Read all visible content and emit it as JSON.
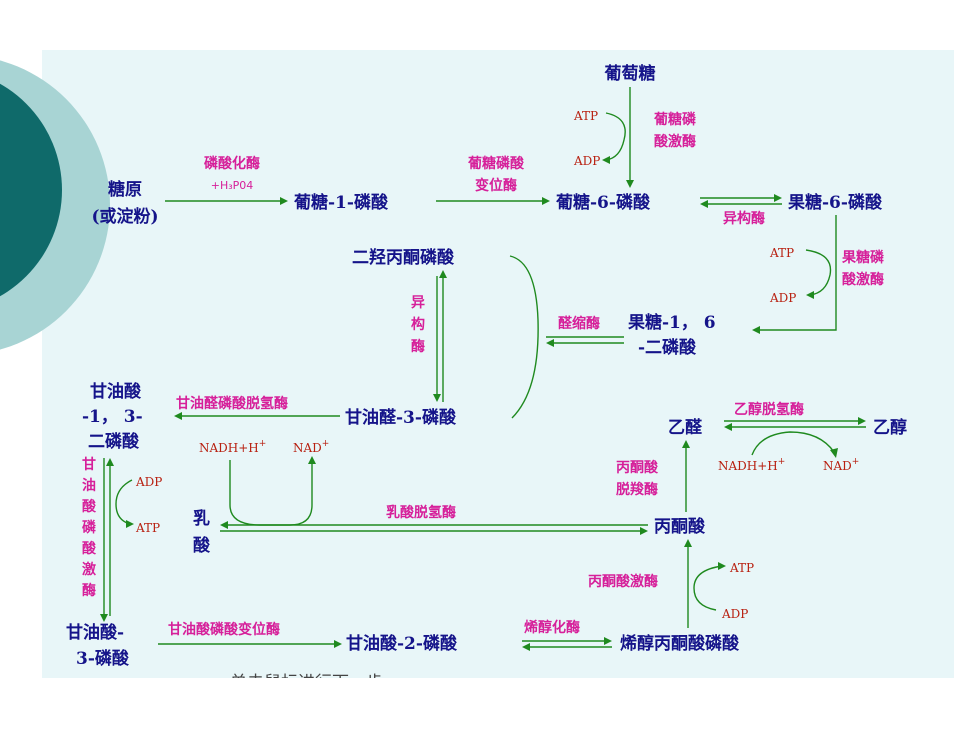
{
  "metabolites": {
    "glucose": "葡萄糖",
    "glycogen_1": "糖原",
    "glycogen_2": "(或淀粉)",
    "g1p": "葡糖-1-磷酸",
    "g6p": "葡糖-6-磷酸",
    "f6p": "果糖-6-磷酸",
    "fbp_1": "果糖-1， 6",
    "fbp_2": "-二磷酸",
    "dhap": "二羟丙酮磷酸",
    "g3p": "甘油醛-3-磷酸",
    "bpg_1": "甘油酸",
    "bpg_2": "-1， 3-",
    "bpg_3": "二磷酸",
    "pg3_1": "甘油酸-",
    "pg3_2": "3-磷酸",
    "pg2": "甘油酸-2-磷酸",
    "pep": "烯醇丙酮酸磷酸",
    "pyruvate": "丙酮酸",
    "lactate_1": "乳",
    "lactate_2": "酸",
    "acetaldehyde": "乙醛",
    "ethanol": "乙醇"
  },
  "enzymes": {
    "phosphorylase": "磷酸化酶",
    "h3po4": "+H₃P04",
    "pgm_1": "葡糖磷酸",
    "pgm_2": "变位酶",
    "hk_1": "葡糖磷",
    "hk_2": "酸激酶",
    "isomerase": "异构酶",
    "pfk_1": "果糖磷",
    "pfk_2": "酸激酶",
    "aldolase": "醛缩酶",
    "tpi_1": "异",
    "tpi_2": "构",
    "tpi_3": "酶",
    "gapdh": "甘油醛磷酸脱氢酶",
    "pgk_1": "甘",
    "pgk_2": "油",
    "pgk_3": "酸",
    "pgk_4": "磷",
    "pgk_5": "酸",
    "pgk_6": "激",
    "pgk_7": "酶",
    "pgmut": "甘油酸磷酸变位酶",
    "enolase": "烯醇化酶",
    "pk": "丙酮酸激酶",
    "ldh": "乳酸脱氢酶",
    "pdc_1": "丙酮酸",
    "pdc_2": "脱羧酶",
    "adh": "乙醇脱氢酶"
  },
  "cofactors": {
    "atp": "ATP",
    "adp": "ADP",
    "nadh": "NADH+H",
    "nad": "NAD",
    "plus": "+"
  },
  "footer": "单击鼠标进行下一步"
}
